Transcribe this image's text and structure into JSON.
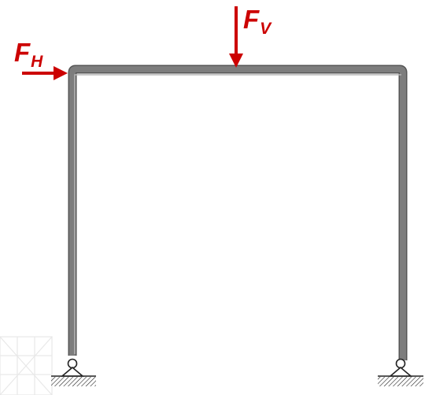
{
  "colors": {
    "frame": "#7a7a7a",
    "frame_dark": "#555555",
    "frame_highlight": "#b8b8b8",
    "force": "#cc0000",
    "support": "#222222",
    "watermark": "#e6e6e6"
  },
  "forces": {
    "horizontal": {
      "symbol": "F",
      "subscript": "H"
    },
    "vertical": {
      "symbol": "F",
      "subscript": "V"
    }
  },
  "supports": {
    "left": {
      "type": "pinned"
    },
    "right": {
      "type": "pinned"
    }
  },
  "watermark": {
    "icon": "grid-watermark-icon"
  }
}
